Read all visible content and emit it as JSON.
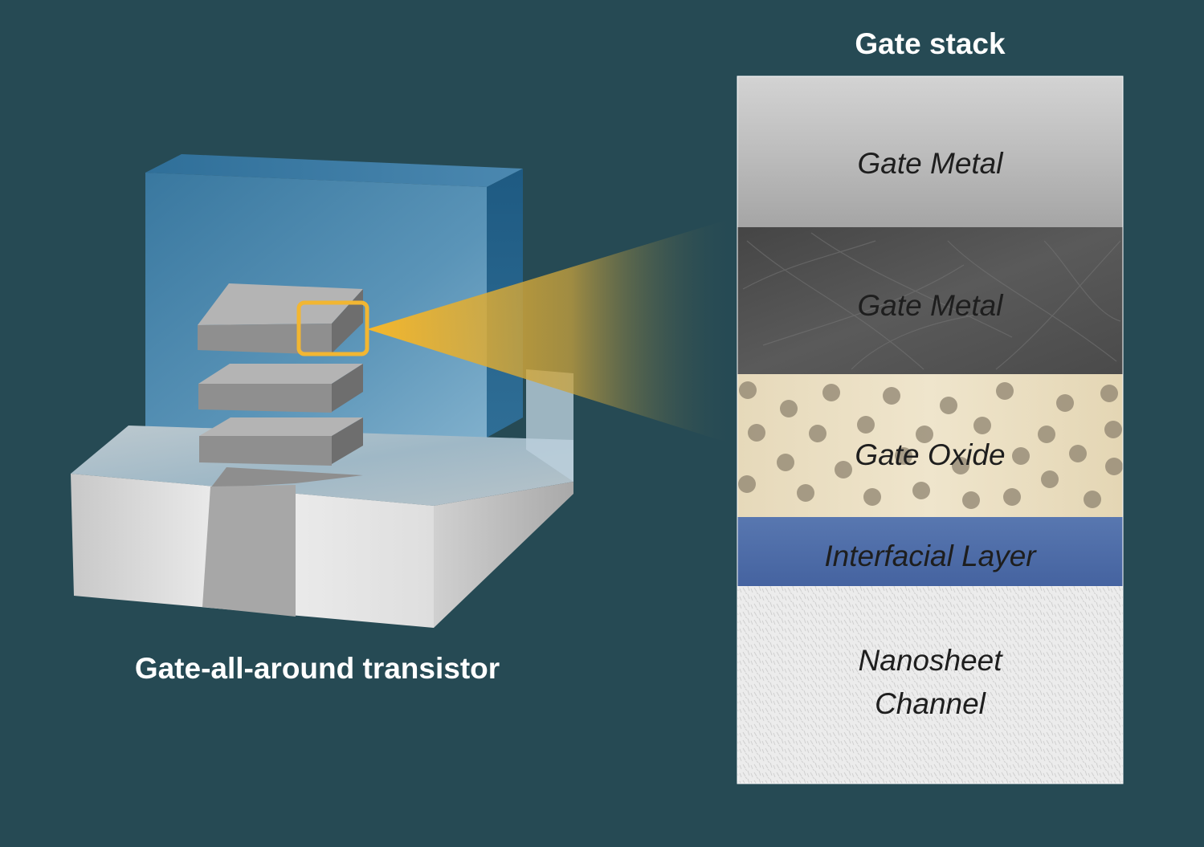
{
  "transistor": {
    "caption": "Gate-all-around transistor",
    "nanosheet_count": 3
  },
  "gate_stack": {
    "title": "Gate stack",
    "layers": [
      {
        "id": "gate-metal-1",
        "label": "Gate Metal"
      },
      {
        "id": "gate-metal-2",
        "label": "Gate Metal"
      },
      {
        "id": "gate-oxide",
        "label": "Gate Oxide"
      },
      {
        "id": "interfacial-layer",
        "label": "Interfacial Layer"
      },
      {
        "id": "nanosheet-channel",
        "label": "Nanosheet Channel",
        "label_lines": [
          "Nanosheet",
          "Channel"
        ]
      }
    ]
  },
  "colors": {
    "background": "#264a54",
    "gate_block": "#3f7fa6",
    "nanosheet": "#8f8f8f",
    "base_block": "#dcdcdc",
    "highlight": "#f2b632",
    "gate_metal_1": "#c9c9c9",
    "gate_metal_2": "#555555",
    "gate_oxide": "#e8dcc0",
    "interfacial_layer": "#4e6fa8",
    "nanosheet_channel": "#e6e6e6"
  }
}
